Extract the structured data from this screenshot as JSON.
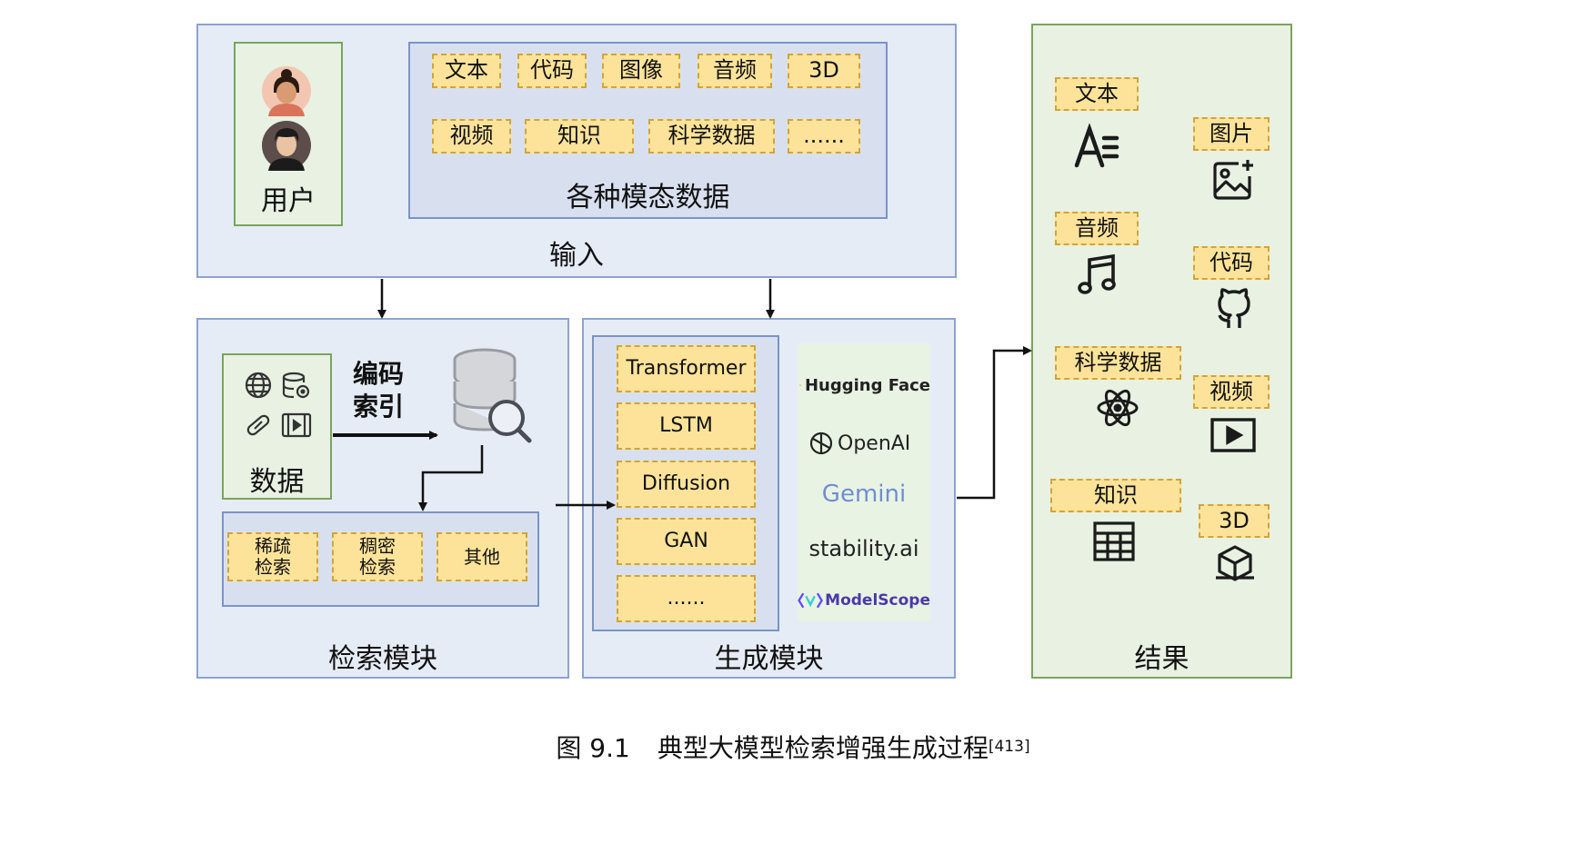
{
  "input": {
    "title": "输入",
    "user_label": "用户",
    "modal_title": "各种模态数据",
    "chips": [
      "文本",
      "代码",
      "图像",
      "音频",
      "3D",
      "视频",
      "知识",
      "科学数据",
      "......"
    ]
  },
  "retrieval": {
    "title": "检索模块",
    "data_label": "数据",
    "encode_label_1": "编码",
    "encode_label_2": "索引",
    "methods": [
      {
        "line1": "稀疏",
        "line2": "检索"
      },
      {
        "line1": "稠密",
        "line2": "检索"
      },
      {
        "line1": "其他",
        "line2": ""
      }
    ]
  },
  "generation": {
    "title": "生成模块",
    "models": [
      "Transformer",
      "LSTM",
      "Diffusion",
      "GAN",
      "......"
    ],
    "providers": [
      "Hugging Face",
      "OpenAI",
      "Gemini",
      "stability.ai",
      "ModelScope"
    ]
  },
  "result": {
    "title": "结果",
    "items": [
      {
        "label": "文本",
        "icon": "text-format-icon"
      },
      {
        "label": "图片",
        "icon": "image-add-icon"
      },
      {
        "label": "音频",
        "icon": "music-note-icon"
      },
      {
        "label": "代码",
        "icon": "github-icon"
      },
      {
        "label": "科学数据",
        "icon": "atom-icon"
      },
      {
        "label": "视频",
        "icon": "video-play-icon"
      },
      {
        "label": "知识",
        "icon": "table-icon"
      },
      {
        "label": "3D",
        "icon": "cube-icon"
      }
    ]
  },
  "caption": {
    "figure": "图 9.1",
    "text": "典型大模型检索增强生成过程",
    "ref": "[413]"
  },
  "colors": {
    "panel_blue": "#e6ecf6",
    "panel_green": "#e8f1e2",
    "chip_fill": "#fde39a",
    "chip_border": "#d2a43a"
  }
}
